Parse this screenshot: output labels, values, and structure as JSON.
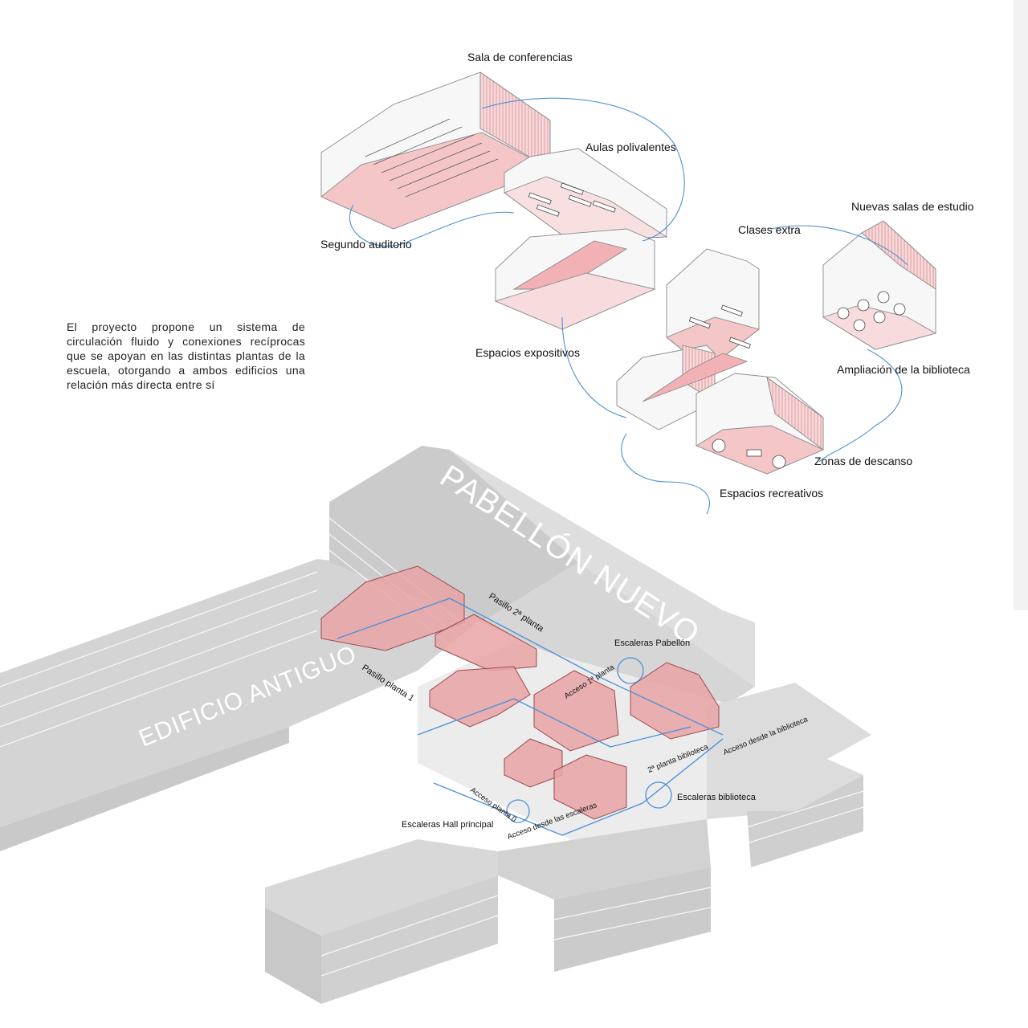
{
  "description": "El proyecto propone un sistema de circulación fluido y conexiones recíprocas que se apoyan en las distintas plantas de la escuela, otorgando a ambos edificios una relación más directa entre sí",
  "room_labels": {
    "sala_conferencias": "Sala de conferencias",
    "aulas_polivalentes": "Aulas polivalentes",
    "segundo_auditorio": "Segundo auditorio",
    "nuevas_salas_estudio": "Nuevas salas de estudio",
    "clases_extra": "Clases extra",
    "espacios_expositivos": "Espacios expositivos",
    "ampliacion_biblioteca": "Ampliación de la biblioteca",
    "zonas_descanso": "Zonas de descanso",
    "espacios_recreativos": "Espacios recreativos"
  },
  "building_labels": {
    "pabellon_nuevo": "PABELLÓN NUEVO",
    "edificio_antiguo": "EDIFICIO ANTIGUO"
  },
  "circulation_labels": {
    "pasillo_2": "Pasillo 2ª planta",
    "pasillo_1": "Pasillo planta 1",
    "escaleras_pabellon": "Escaleras Pabellón",
    "acceso_1": "Acceso 1ª planta",
    "planta2_biblioteca": "2ª planta biblioteca",
    "acceso_biblioteca": "Acceso desde la biblioteca",
    "escaleras_biblioteca": "Escaleras biblioteca",
    "acceso_planta0": "Acceso planta 0",
    "escaleras_hall": "Escaleras Hall principal",
    "acceso_escaleras": "Acceso desde las escaleras"
  },
  "colors": {
    "accent_red": "#e8a3a6",
    "circulation_blue": "#4a90d9",
    "massing_grey": "#d9d9d9"
  }
}
